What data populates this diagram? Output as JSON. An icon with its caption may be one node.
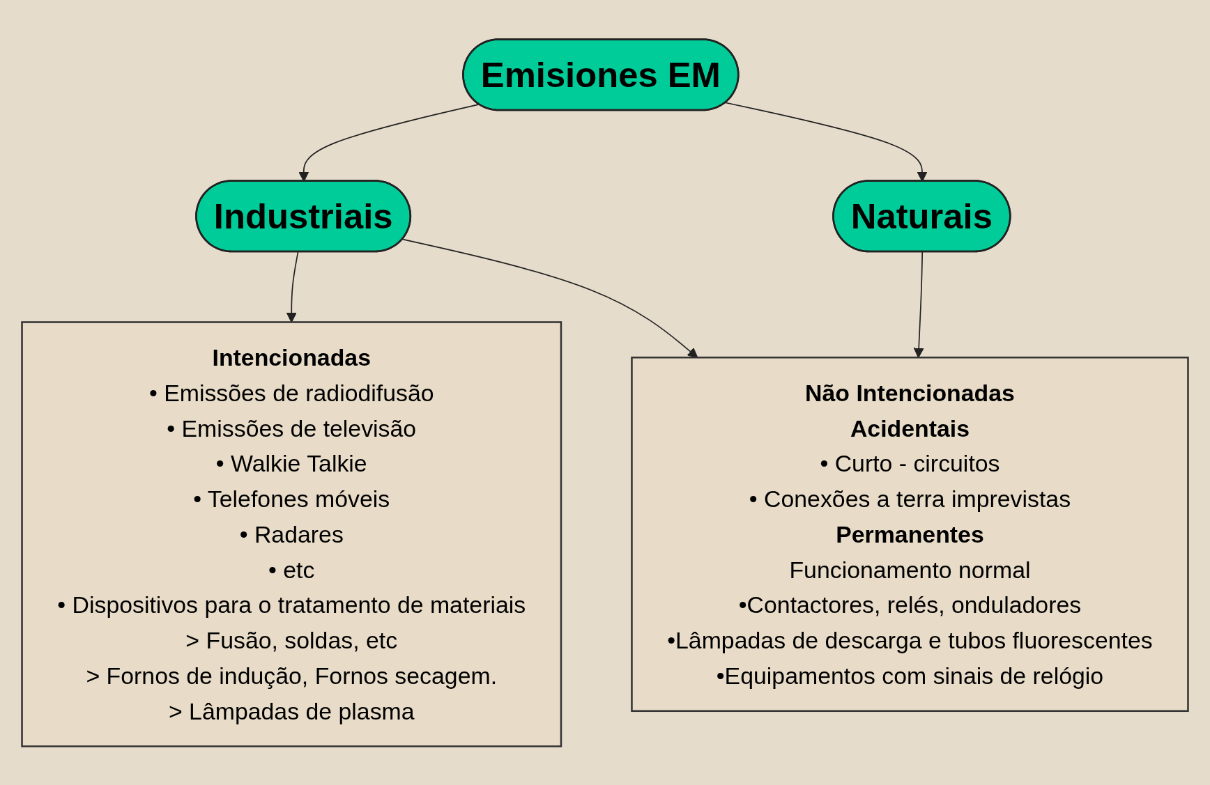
{
  "diagram": {
    "nodes": [
      {
        "text": [
          "Emisiones EM"
        ]
      },
      {
        "text": [
          "Industriais"
        ]
      },
      {
        "text": [
          "Naturais"
        ]
      },
      {
        "text": [
          "Intencionadas",
          "• Emissões de radiodifusão",
          "• Emissões de televisão",
          "• Walkie Talkie",
          "• Telefones móveis",
          "• Radares",
          "• etc",
          "• Dispositivos para o tratamento de materiais",
          "> Fusão, soldas, etc",
          "> Fornos de indução, Fornos secagem.",
          "> Lâmpadas de plasma"
        ]
      },
      {
        "text": [
          "Não Intencionadas",
          "Acidentais",
          "• Curto - circuitos",
          "• Conexões a terra imprevistas",
          "Permanentes",
          "Funcionamento normal",
          "•Contactores, relés, onduladores",
          "•Lâmpadas de descarga e tubos fluorescentes",
          "•Equipamentos com sinais de relógio"
        ]
      }
    ],
    "edges": [
      {
        "from": 0,
        "to": 1,
        "arrow": "to"
      },
      {
        "from": 0,
        "to": 2,
        "arrow": "to"
      },
      {
        "from": 1,
        "to": 3,
        "arrow": "to"
      },
      {
        "from": 1,
        "to": 4,
        "arrow": "to"
      },
      {
        "from": 2,
        "to": 4,
        "arrow": "to"
      }
    ]
  }
}
